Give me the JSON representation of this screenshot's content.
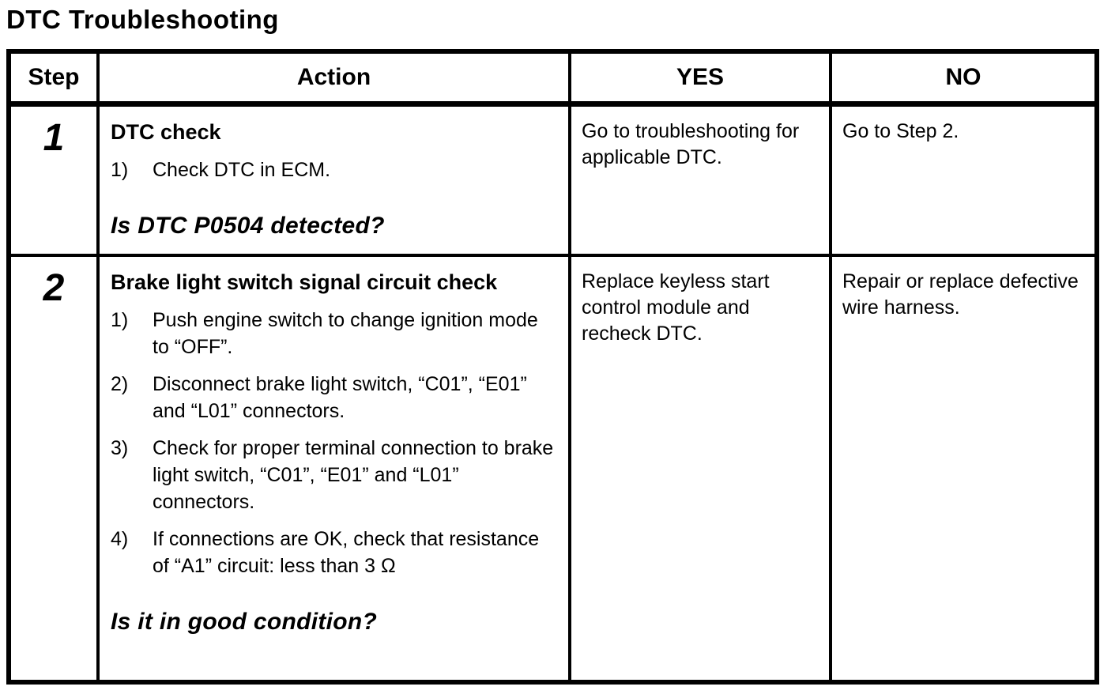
{
  "title": "DTC Troubleshooting",
  "table": {
    "headers": {
      "step": "Step",
      "action": "Action",
      "yes": "YES",
      "no": "NO"
    },
    "rows": [
      {
        "step": "1",
        "action": {
          "heading": "DTC check",
          "items": [
            {
              "num": "1)",
              "text": "Check DTC in ECM."
            }
          ],
          "question": "Is DTC P0504 detected?"
        },
        "yes": "Go to troubleshooting for applicable DTC.",
        "no": "Go to Step 2."
      },
      {
        "step": "2",
        "action": {
          "heading": "Brake light switch signal circuit check",
          "items": [
            {
              "num": "1)",
              "text": "Push engine switch to change ignition mode to “OFF”."
            },
            {
              "num": "2)",
              "text": "Disconnect brake light switch, “C01”, “E01” and “L01” connectors."
            },
            {
              "num": "3)",
              "text": "Check for proper terminal connection to brake light switch, “C01”, “E01” and “L01” connectors."
            },
            {
              "num": "4)",
              "text": "If connections are OK, check that resistance of “A1” circuit:  less than 3 Ω"
            }
          ],
          "question": "Is it in good condition?"
        },
        "yes": "Replace keyless start control module and recheck DTC.",
        "no": "Repair or replace defective wire harness."
      }
    ]
  }
}
